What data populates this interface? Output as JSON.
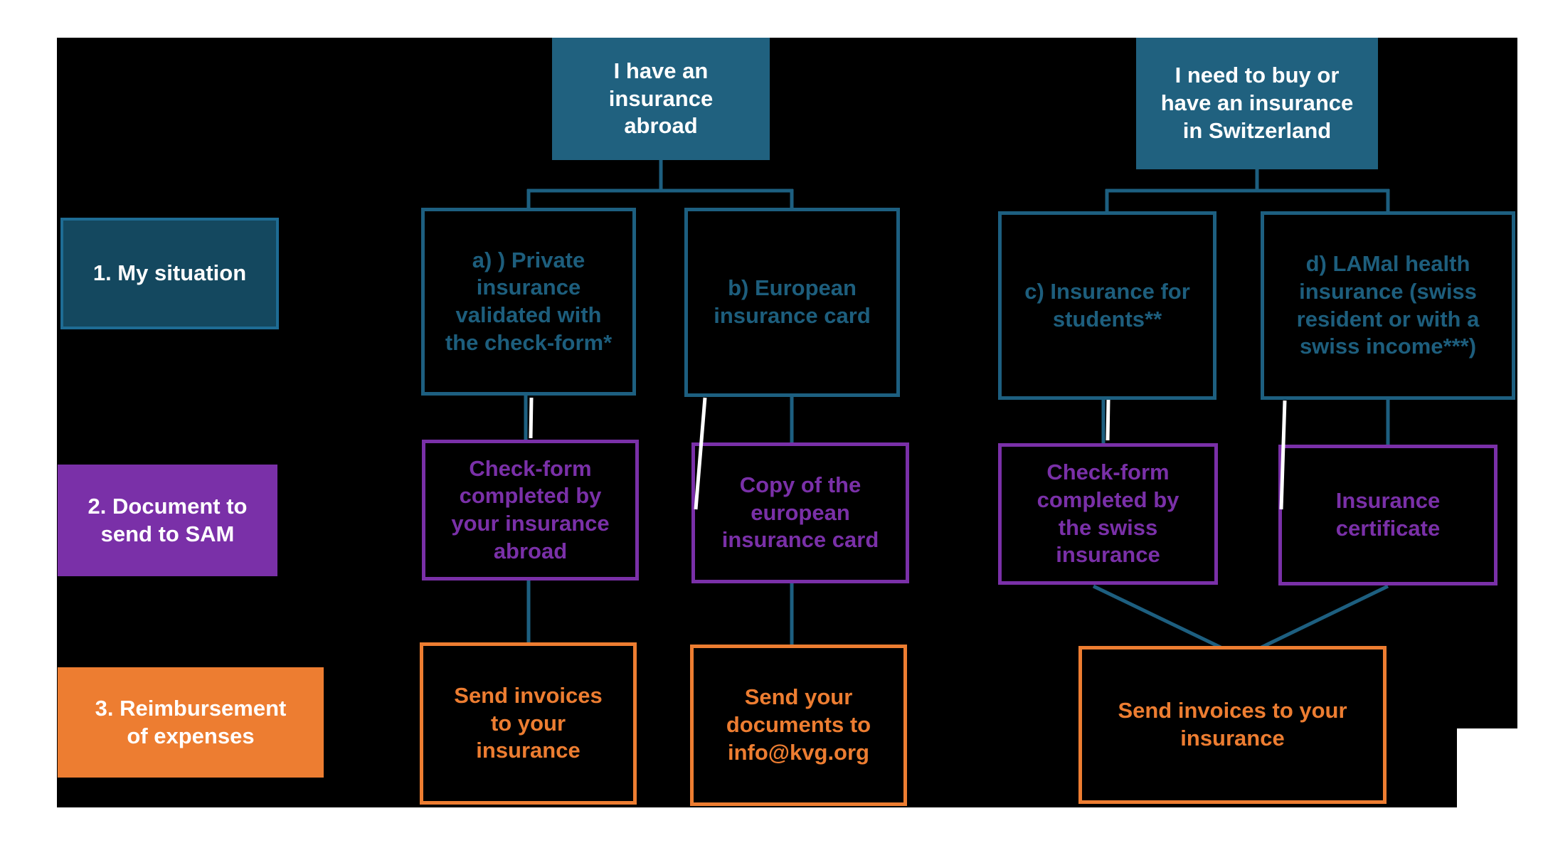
{
  "colors": {
    "background": "#ffffff",
    "canvas": "#000000",
    "teal": "#1d5f80",
    "teal_fill": "#20617f",
    "teal_text": "#1d5e7d",
    "label1_fill": "#14485f",
    "label1_border": "#1e6c94",
    "purple": "#7a30a8",
    "orange": "#ed7d31",
    "white": "#ffffff"
  },
  "headers": {
    "abroad": {
      "text": "I have an insurance abroad"
    },
    "switzerland": {
      "text": "I need to buy or have an insurance in Switzerland"
    }
  },
  "row_labels": {
    "situation": "1. My situation",
    "document": "2. Document to send to SAM",
    "reimbursement": "3. Reimbursement of expenses"
  },
  "situations": {
    "a": "a) ) Private insurance validated with the check-form*",
    "b": "b) European insurance card",
    "c": "c) Insurance for students**",
    "d": "d) LAMal health insurance (swiss resident or with a swiss income***)"
  },
  "documents": {
    "a": "Check-form completed by your insurance abroad",
    "b": "Copy of the european insurance card",
    "c": "Check-form completed by the swiss insurance",
    "d": "Insurance certificate"
  },
  "reimbursements": {
    "a": "Send invoices to your insurance",
    "b": "Send your documents to info@kvg.org",
    "cd": "Send invoices to your insurance"
  }
}
